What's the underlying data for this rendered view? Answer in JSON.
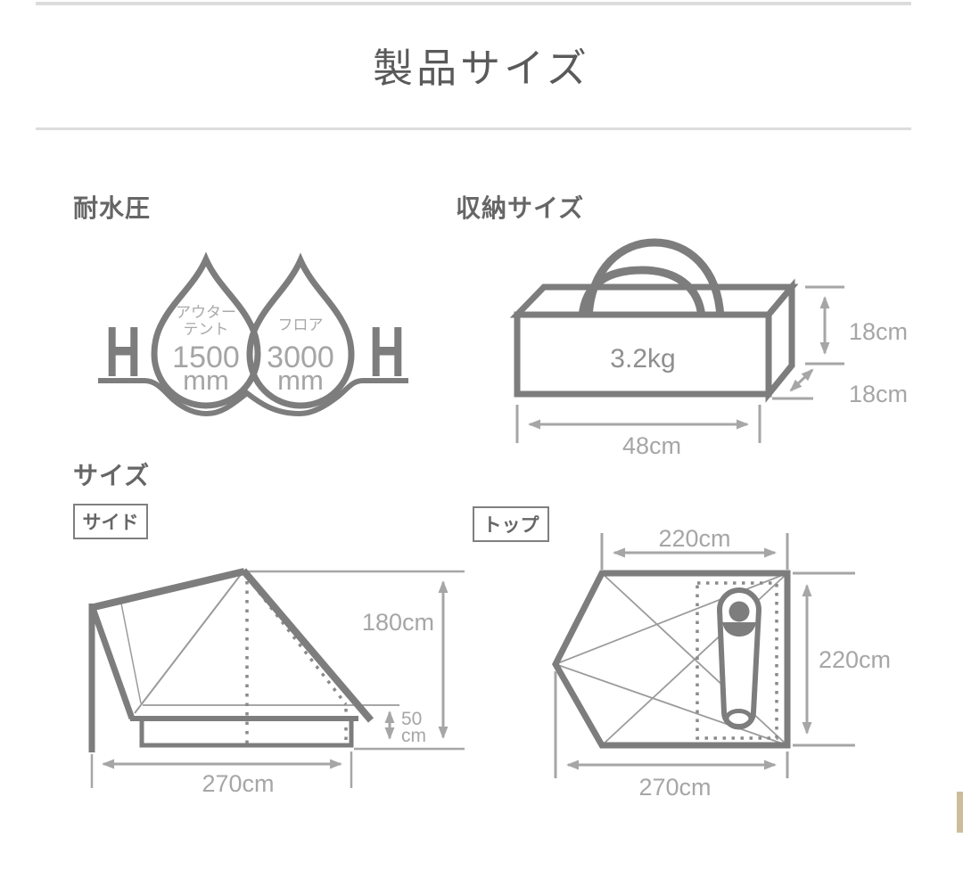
{
  "page": {
    "title": "製品サイズ"
  },
  "water_resistance": {
    "heading": "耐水圧",
    "gauge_letter": "H",
    "drops": [
      {
        "label_lines": [
          "アウター",
          "テント"
        ],
        "value": "1500",
        "unit": "mm"
      },
      {
        "label_lines": [
          "フロア"
        ],
        "value": "3000",
        "unit": "mm"
      }
    ]
  },
  "storage": {
    "heading": "収納サイズ",
    "weight": "3.2kg",
    "height": "18cm",
    "depth": "18cm",
    "width": "48cm"
  },
  "size": {
    "heading": "サイズ",
    "side_view": {
      "label": "サイド",
      "height": "180cm",
      "skirt_value": "50",
      "skirt_unit": "cm",
      "width": "270cm"
    },
    "top_view": {
      "label": "トップ",
      "top_width": "220cm",
      "depth": "220cm",
      "bottom_width": "270cm"
    }
  },
  "colors": {
    "outline": "#7d7d7d",
    "thin_line": "#9b9b9b",
    "dimension": "#a6a6a6",
    "title_text": "#5a5a5a",
    "heading_text": "#666666",
    "divider": "#dcdcdc",
    "drop_label": "#a9a9a9",
    "weight_text": "#8f8f8f",
    "edge_fragment": "#cdbd9c"
  }
}
